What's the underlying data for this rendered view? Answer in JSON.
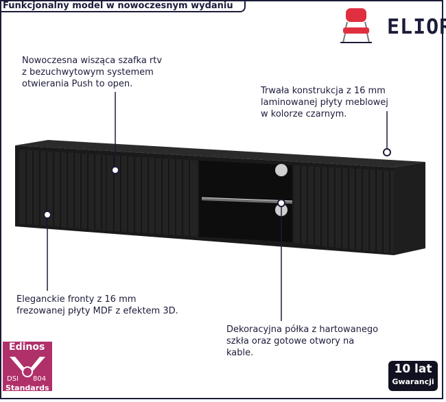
{
  "header": {
    "title": "Funkcjonalny model w nowoczesnym wydaniu"
  },
  "brand": {
    "name": "ELIOR",
    "icon": "red-chair-icon",
    "color": "#1b1b3a",
    "accent": "#e03040"
  },
  "callouts": {
    "top_left": {
      "lines": [
        "Nowoczesna wisząca szafka rtv",
        "z bezuchwytowym systemem",
        "otwierania Push to open."
      ]
    },
    "top_right": {
      "lines": [
        "Trwała konstrukcja z 16 mm",
        "laminowanej płyty meblowej",
        "w kolorze czarnym."
      ]
    },
    "bottom_left": {
      "lines": [
        "Eleganckie fronty z 16 mm",
        "frezowanej płyty MDF z efektem 3D."
      ]
    },
    "bottom_right": {
      "lines": [
        "Dekoracyjna półka z hartowanego",
        "szkła oraz gotowe otwory na",
        "kable."
      ]
    }
  },
  "badges": {
    "edinos": {
      "title": "Edinos",
      "left": "DSI",
      "code": "804",
      "subtitle": "Standards",
      "color": "#b0306a"
    },
    "guarantee": {
      "years": "10 lat",
      "label": "Gwarancji"
    }
  }
}
